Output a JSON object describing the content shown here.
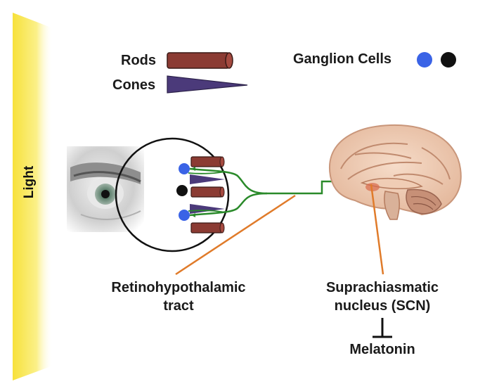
{
  "light_label": "Light",
  "legend": {
    "rods_label": "Rods",
    "cones_label": "Cones",
    "ganglion_label": "Ganglion Cells"
  },
  "labels": {
    "rht_line1": "Retinohypothalamic",
    "rht_line2": "tract",
    "scn_line1": "Suprachiasmatic",
    "scn_line2": "nucleus (SCN)",
    "melatonin": "Melatonin"
  },
  "colors": {
    "light_band": "#f5e24a",
    "rod": "#8b3b33",
    "cone": "#4b3a7a",
    "ganglion_blue": "#3a63e6",
    "ganglion_black": "#111111",
    "pathway": "#2a8a2a",
    "pointer": "#e07b2a"
  }
}
